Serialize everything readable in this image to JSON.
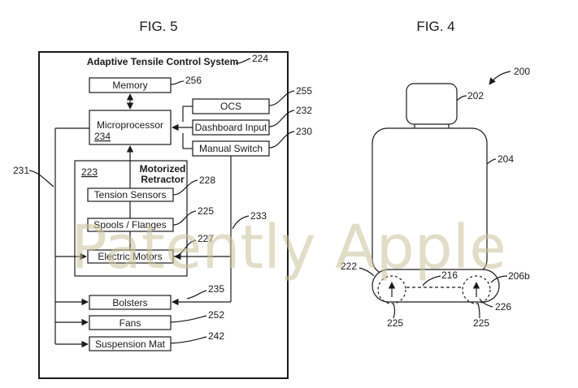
{
  "fig5": {
    "title": "FIG. 5",
    "system_title": "Adaptive Tensile Control System",
    "system_ref": "224",
    "memory": {
      "label": "Memory",
      "ref": "256"
    },
    "microprocessor": {
      "label": "Microprocessor",
      "num": "234"
    },
    "ocs": {
      "label": "OCS",
      "ref": "255"
    },
    "dashboard": {
      "label": "Dashboard Input",
      "ref": "232"
    },
    "manual_switch": {
      "label": "Manual Switch",
      "ref": "230"
    },
    "retractor": {
      "num": "223",
      "title_line1": "Motorized",
      "title_line2": "Retractor"
    },
    "tension_sensors": {
      "label": "Tension Sensors",
      "ref": "228"
    },
    "spools": {
      "label": "Spools / Flanges",
      "ref": "225"
    },
    "electric_motors": {
      "label": "Electric Motors",
      "ref": "227"
    },
    "bolsters": {
      "label": "Bolsters",
      "ref": "235"
    },
    "fans": {
      "label": "Fans",
      "ref": "252"
    },
    "suspension_mat": {
      "label": "Suspension Mat",
      "ref": "242"
    },
    "ref_231": "231",
    "ref_233": "233"
  },
  "fig4": {
    "title": "FIG. 4",
    "ref_200": "200",
    "ref_202": "202",
    "ref_204": "204",
    "ref_206b": "206b",
    "ref_216": "216",
    "ref_222": "222",
    "ref_226": "226",
    "ref_225_left": "225",
    "ref_225_right": "225"
  },
  "watermark": "Patently Apple"
}
